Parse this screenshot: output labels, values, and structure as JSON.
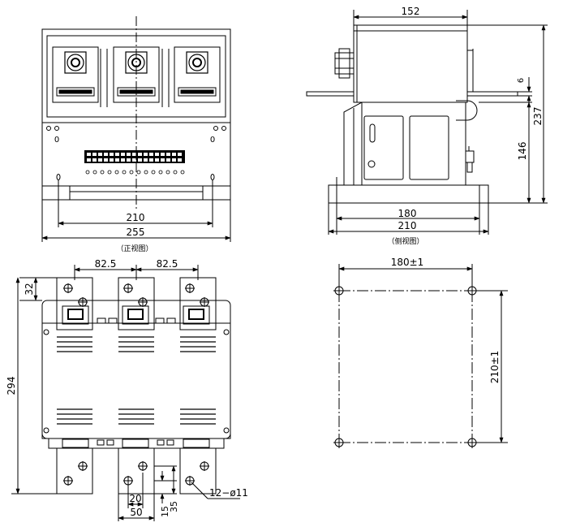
{
  "front_view": {
    "caption": "（正视图）",
    "dim_inner_width": "210",
    "dim_overall_width": "255",
    "hole_mark_left": "0",
    "hole_mark_right": "0"
  },
  "side_view": {
    "caption": "（侧视图）",
    "dim_top_width": "152",
    "dim_overall_height": "237",
    "dim_lower_height": "146",
    "dim_bar_thickness": "6",
    "dim_base_inner": "180",
    "dim_base_outer": "210"
  },
  "top_view": {
    "dim_pitch_left": "82.5",
    "dim_pitch_right": "82.5",
    "dim_top_offset": "32",
    "dim_overall_height": "294",
    "dim_hole_spacing": "20",
    "dim_terminal_width": "50",
    "dim_v_15": "15",
    "dim_v_35": "35",
    "hole_callout": "12−ø11"
  },
  "mounting_view": {
    "dim_width": "180±1",
    "dim_height": "210±1"
  }
}
